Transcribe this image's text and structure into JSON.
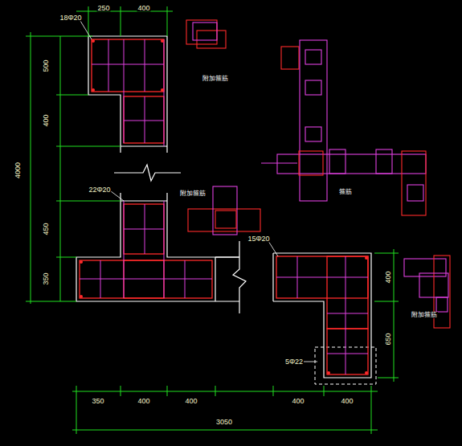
{
  "diagram": {
    "labels": [
      "250",
      "400",
      "18Φ20",
      "500",
      "400",
      "4000",
      "22Φ20",
      "450",
      "350",
      "15Φ20",
      "400",
      "650",
      "5Φ22",
      "350",
      "400",
      "400",
      "400",
      "400",
      "3050",
      "附加箍筋",
      "附加箍筋",
      "箍筋",
      "附加箍筋"
    ]
  }
}
